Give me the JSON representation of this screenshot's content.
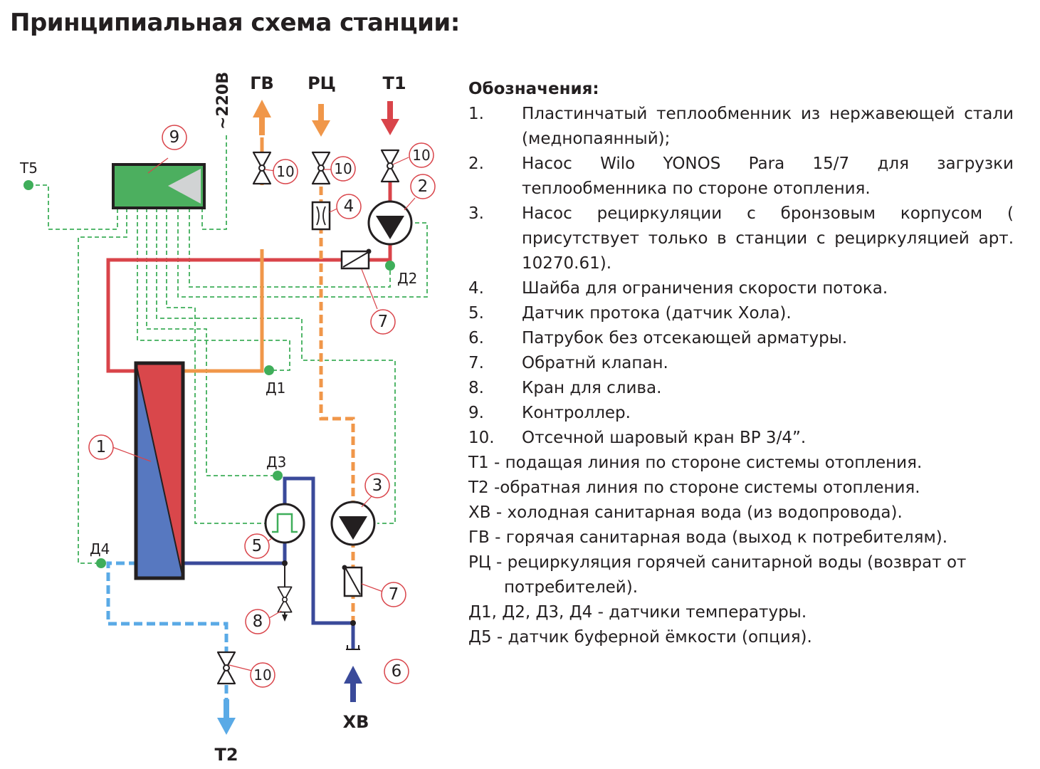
{
  "title": "Принципиальная схема станции:",
  "diagram": {
    "flow_labels": {
      "gv": "ГВ",
      "rc": "РЦ",
      "t1": "Т1",
      "t2": "Т2",
      "hv": "ХВ",
      "t5": "Т5",
      "power": "~220В"
    },
    "sensor_labels": {
      "d1": "Д1",
      "d2": "Д2",
      "d3": "Д3",
      "d4": "Д4"
    },
    "callouts": {
      "c1": "1",
      "c2": "2",
      "c3": "3",
      "c4": "4",
      "c5": "5",
      "c6": "6",
      "c7a": "7",
      "c7b": "7",
      "c8": "8",
      "c9": "9",
      "c10a": "10",
      "c10b": "10",
      "c10c": "10",
      "c10d": "10"
    },
    "colors": {
      "supply_red": "#d9444a",
      "dhw_orange": "#f0974a",
      "cold_blue": "#3a4a9a",
      "return_light_blue": "#5aaae6",
      "sensor_green": "#3fae5a",
      "controller_green": "#4caf5f",
      "hx_red": "#d9474b",
      "hx_blue": "#5778c0"
    }
  },
  "legend": {
    "heading": "Обозначения:",
    "items": [
      {
        "num": "1.",
        "text": "Пластинчатый теплообменник из нержавеющей стали (меднопаянный);"
      },
      {
        "num": "2.",
        "text": "Насос Wilo YONOS Para 15/7 для загрузки теплообменника по стороне отопления."
      },
      {
        "num": "3.",
        "text": "Насос рециркуляции с бронзовым корпусом ( присутствует только в станции с рециркуляцией арт. 10270.61)."
      },
      {
        "num": "4.",
        "text": "Шайба для ограничения скорости потока."
      },
      {
        "num": "5.",
        "text": "Датчик протока (датчик Хола)."
      },
      {
        "num": "6.",
        "text": "Патрубок без отсекающей арматуры."
      },
      {
        "num": "7.",
        "text": "Обратнй клапан."
      },
      {
        "num": "8.",
        "text": "Кран для слива."
      },
      {
        "num": "9.",
        "text": "Контроллер."
      },
      {
        "num": "10.",
        "text": "Отсечной шаровый кран ВР 3/4”."
      }
    ],
    "abbreviations": [
      "Т1 - подащая линия по стороне системы отопления.",
      "Т2 -обратная линия по стороне системы отопления.",
      "ХВ - холодная санитарная вода (из водопровода).",
      "ГВ - горячая санитарная вода (выход к потребителям).",
      "РЦ - рециркуляция горячей санитарной воды (возврат от потребителей).",
      "Д1, Д2, Д3, Д4 - датчики температуры.",
      "Д5 - датчик буферной ёмкости (опция)."
    ]
  }
}
